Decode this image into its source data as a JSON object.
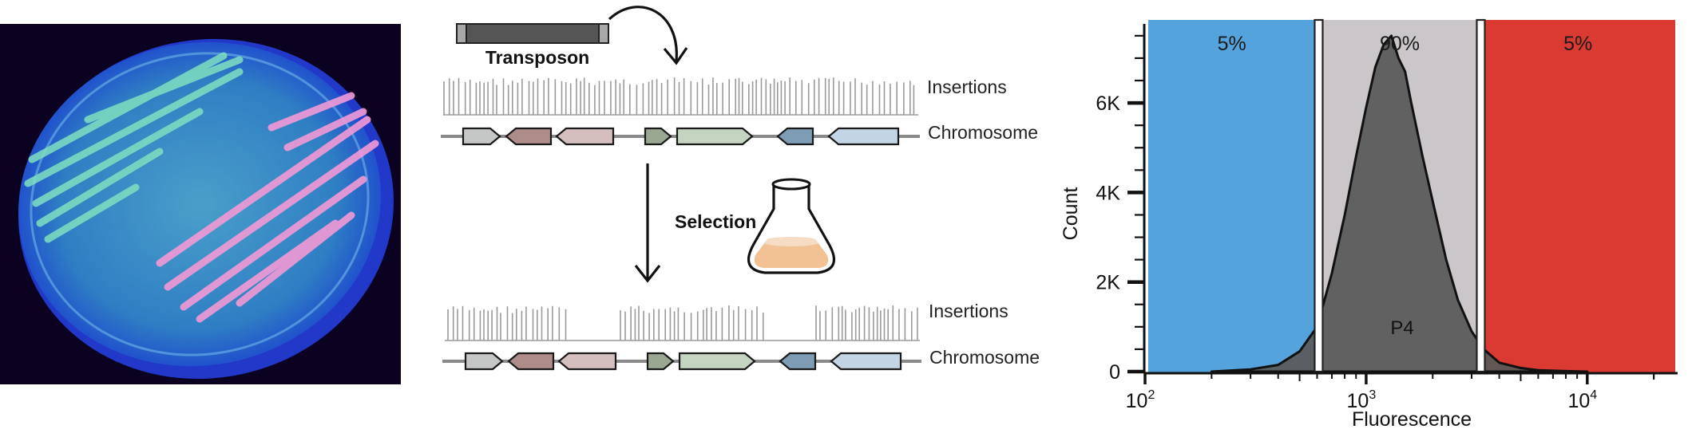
{
  "schematic": {
    "transposon_label": "Transposon",
    "insertions_label": "Insertions",
    "chromosome_label": "Chromosome",
    "selection_label": "Selection",
    "genes": [
      {
        "color": "#c4c7c5",
        "dir": "right"
      },
      {
        "color": "#ae8c8a",
        "dir": "left"
      },
      {
        "color": "#d5bfbe",
        "dir": "left"
      },
      {
        "color": "#9aa891",
        "dir": "right"
      },
      {
        "color": "#c5d3c1",
        "dir": "right"
      },
      {
        "color": "#7e9db5",
        "dir": "left"
      },
      {
        "color": "#c3d4e4",
        "dir": "left"
      }
    ],
    "flask_medium_color": "#f2c295"
  },
  "histogram": {
    "ylabel": "Count",
    "xlabel": "Fluorescence",
    "y_ticks": [
      "0",
      "2K",
      "4K",
      "6K"
    ],
    "x_ticks": [
      {
        "base": "10",
        "exp": "2",
        "value": 100
      },
      {
        "base": "10",
        "exp": "3",
        "value": 1000
      },
      {
        "base": "10",
        "exp": "4",
        "value": 10000
      }
    ],
    "gates": [
      {
        "label": "5%",
        "color": "#55a3dc"
      },
      {
        "label": "90%",
        "color": "#cbc6c9"
      },
      {
        "label": "5%",
        "color": "#db3a33"
      }
    ],
    "population_label": "P4"
  },
  "chart_data": {
    "type": "area",
    "title": "",
    "xlabel": "Fluorescence",
    "ylabel": "Count",
    "x_scale": "log",
    "xlim": [
      100,
      25000
    ],
    "ylim": [
      0,
      7800
    ],
    "gate_bounds": [
      100,
      610,
      3300,
      25000
    ],
    "series": [
      {
        "x": [
          200,
          300,
          400,
          500,
          600,
          700,
          800,
          900,
          1000,
          1100,
          1200,
          1300,
          1350,
          1400,
          1500,
          1600,
          1800,
          2000,
          2300,
          2600,
          3000,
          3400,
          4000,
          5000,
          6000,
          8000,
          10000
        ],
        "values": [
          0,
          50,
          150,
          450,
          1000,
          2200,
          3500,
          4800,
          5900,
          6800,
          7300,
          7500,
          7250,
          7000,
          6700,
          6000,
          4800,
          3800,
          2500,
          1600,
          900,
          500,
          200,
          80,
          30,
          10,
          0
        ]
      }
    ]
  }
}
